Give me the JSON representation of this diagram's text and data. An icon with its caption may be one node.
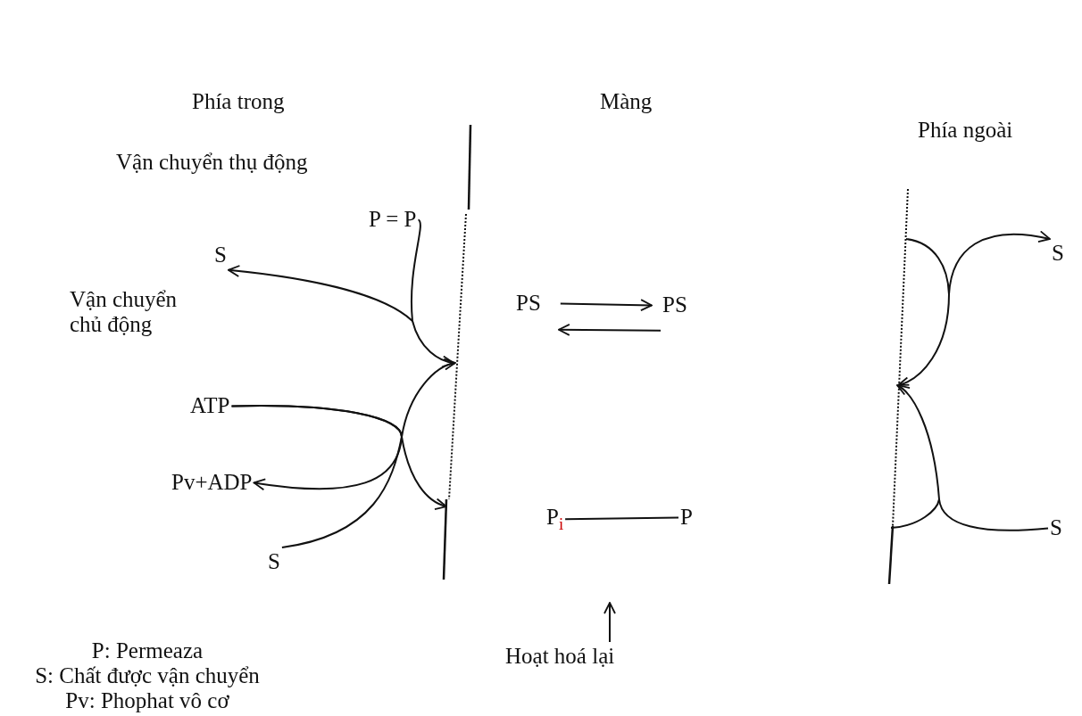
{
  "diagram": {
    "nodes": [
      {
        "text": [
          "P = P"
        ]
      },
      {
        "text": [
          "S"
        ]
      },
      {
        "text": [
          "S"
        ]
      },
      {
        "text": [
          "PS"
        ]
      },
      {
        "text": [
          "PS"
        ]
      },
      {
        "text": [
          "ATP"
        ]
      },
      {
        "text": [
          "Pv+ADP"
        ]
      },
      {
        "text": [
          "P$_{i}$"
        ]
      },
      {
        "text": [
          "P"
        ]
      },
      {
        "text": [
          "S"
        ]
      },
      {
        "text": [
          "S"
        ]
      },
      {
        "text": [
          "Hoạt hoá lại"
        ]
      }
    ],
    "edges": [
      {
        "from": 0,
        "to": 1,
        "arrow": "to"
      },
      {
        "from": 5,
        "to": 6,
        "arrow": "to"
      },
      {
        "from": 5,
        "to": null,
        "arrow": "to"
      },
      {
        "from": 10,
        "to": null,
        "arrow": "to"
      },
      {
        "from": 3,
        "to": 4,
        "arrow": "to"
      },
      {
        "from": 4,
        "to": 3,
        "arrow": "to"
      },
      {
        "from": 7,
        "to": 8,
        "arrow": "none"
      },
      {
        "from": 11,
        "to": null,
        "arrow": "to"
      },
      {
        "from": 9,
        "to": null,
        "arrow": "to"
      },
      {
        "from": null,
        "to": 2,
        "arrow": "to"
      }
    ],
    "labels": [
      "Phía trong",
      "Màng",
      "Phía ngoài",
      "Vận chuyển thụ động",
      "Vận chuyển chủ động",
      "P: Permeaza",
      "S: Chất được vận chuyển",
      "Pv: Phophat vô cơ"
    ]
  }
}
